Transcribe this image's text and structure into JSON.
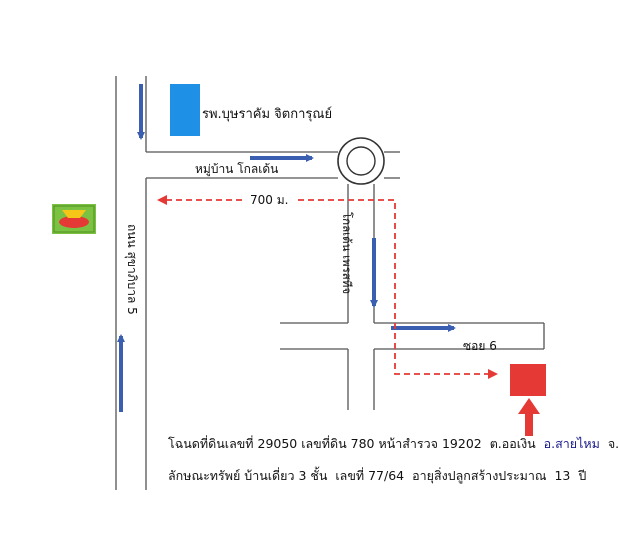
{
  "labels": {
    "hospital": "รพ.บุษราคัม จิตการุณย์",
    "village": "หมู่บ้าน โกลเด้น",
    "distance": "700 ม.",
    "road_main": "ถนน สุขาภิบาล 5",
    "road_inner": "โกลเด้น เพรสทีจ",
    "soi": "ซอย 6"
  },
  "info": {
    "line1_title_deed_label": "โฉนดที่ดินเลขที่",
    "line1_title_deed": "29050",
    "line1_land_no_label": "เลขที่ดิน",
    "line1_land_no": "780",
    "line1_survey_label": "หน้าสำรวจ",
    "line1_survey": "19202",
    "line1_subdistrict": "ต.ออเงิน",
    "line1_district": "อ.สายไหม",
    "line1_province": "จ.กทม.",
    "line2_type_label": "ลักษณะทรัพย์",
    "line2_type": "บ้านเดี่ยว 3 ชั้น",
    "line2_no_label": "เลขที่",
    "line2_no": "77/64",
    "line2_age_label": "อายุสิ่งปลูกสร้างประมาณ",
    "line2_age": "13",
    "line2_age_unit": "ปี"
  },
  "colors": {
    "road": "#555555",
    "hospital": "#1e90e6",
    "arrow_blue": "#3a5fb0",
    "route": "#e53935",
    "target": "#e53935",
    "landmark_bg": "#7cc242",
    "landmark_inner": "#f5c518"
  },
  "icons": {
    "landmark": "store-logo-icon",
    "roundabout": "roundabout-icon",
    "target": "property-marker-icon"
  }
}
